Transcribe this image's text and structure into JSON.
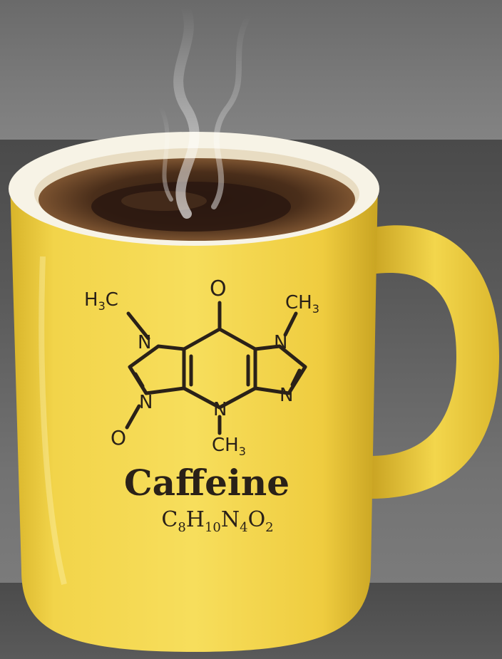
{
  "mug": {
    "name": "Caffeine",
    "formula": {
      "parts": [
        "C",
        "8",
        "H",
        "10",
        "N",
        "4",
        "O",
        "2"
      ]
    },
    "structure_labels": {
      "h3c_left": "H",
      "h3c_sub": "3",
      "h3c_c": "C",
      "ch3_right": "CH",
      "ch3_right_sub": "3",
      "ch3_bottom": "CH",
      "ch3_bottom_sub": "3",
      "oxygen_top": "O",
      "oxygen_left": "O",
      "nitrogen_1": "N",
      "nitrogen_2": "N",
      "nitrogen_3": "N",
      "nitrogen_4": "N",
      "nitrogen_5": "N"
    },
    "colors": {
      "mug_yellow": "#f3d64b",
      "mug_shadow": "#d9b52a",
      "rim_white": "#f7f3e6",
      "coffee": "#3b2517",
      "crema": "#9a6a3e",
      "ink": "#2a2118"
    }
  }
}
